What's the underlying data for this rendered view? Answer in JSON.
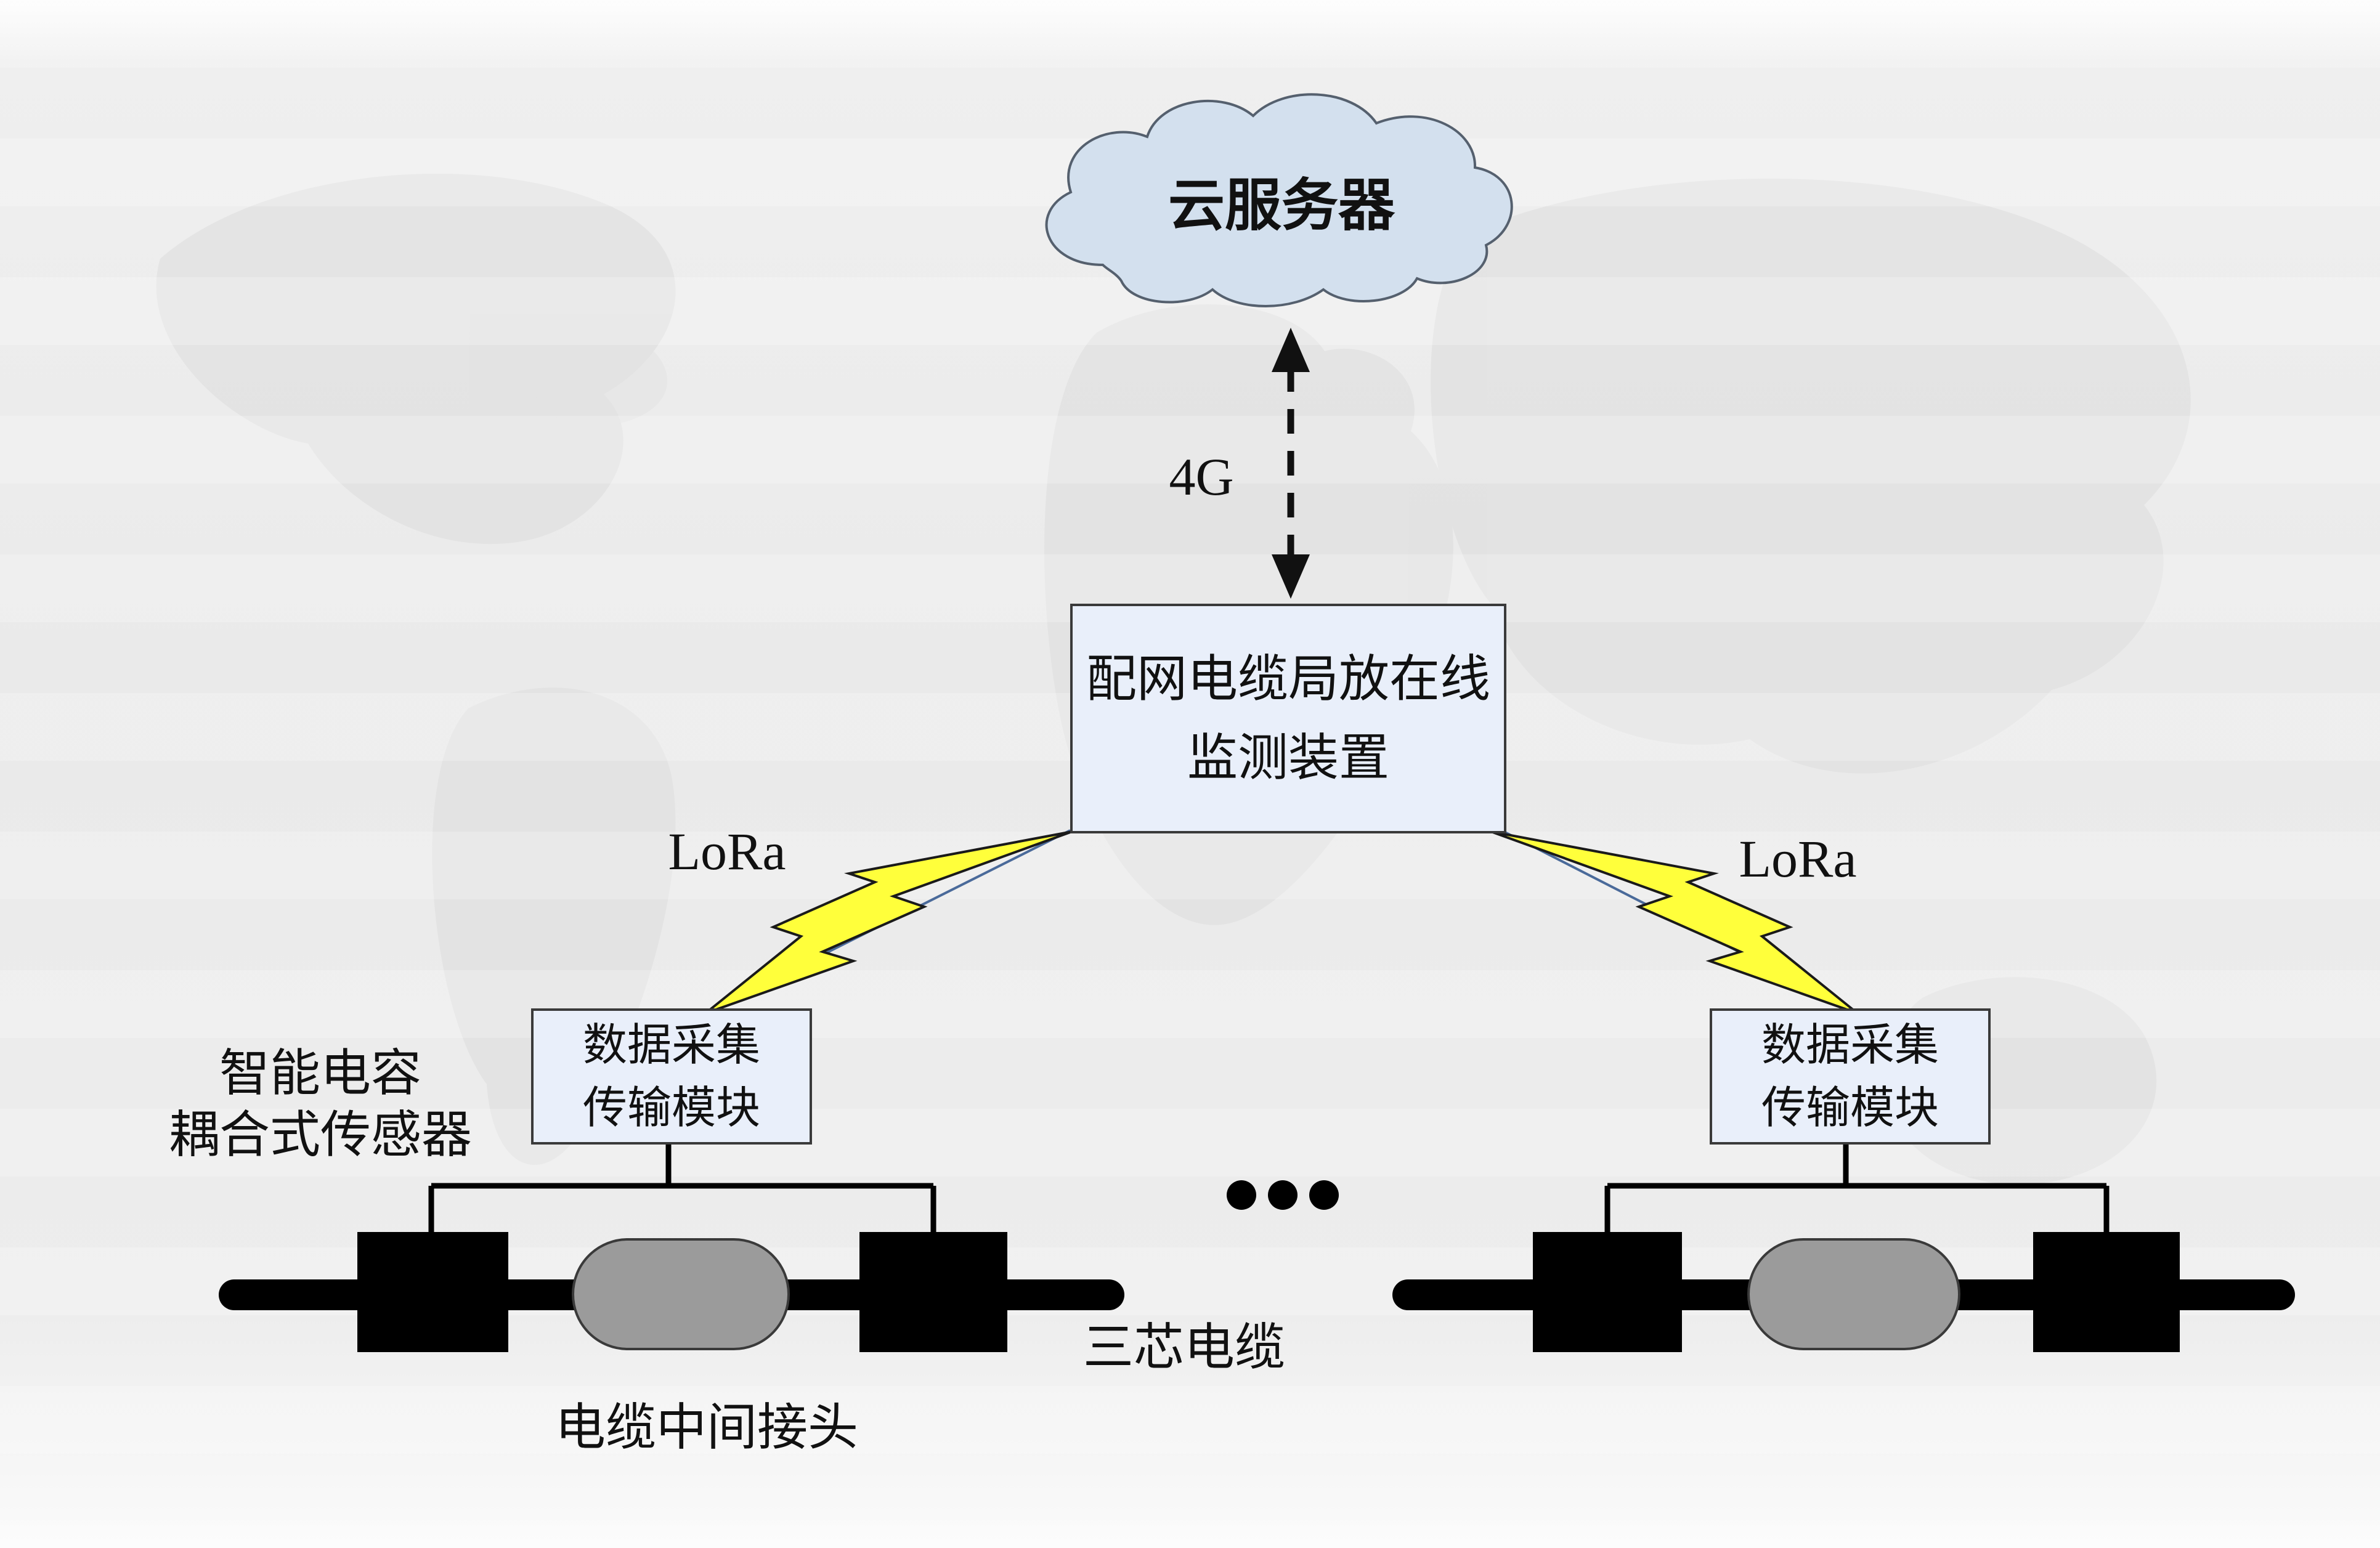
{
  "diagram": {
    "cloud": {
      "label": "云服务器"
    },
    "uplink": {
      "label": "4G"
    },
    "monitor": {
      "line1": "配网电缆局放在线",
      "line2": "监测装置"
    },
    "links": {
      "left": {
        "label": "LoRa"
      },
      "right": {
        "label": "LoRa"
      }
    },
    "modules": {
      "left": {
        "line1": "数据采集",
        "line2": "传输模块"
      },
      "right": {
        "line1": "数据采集",
        "line2": "传输模块"
      }
    },
    "labels": {
      "sensor_line1": "智能电容",
      "sensor_line2": "耦合式传感器",
      "cable": "三芯电缆",
      "joint": "电缆中间接头"
    },
    "colors": {
      "cloud_fill": "#d3e0ee",
      "box_fill": "#e9effa",
      "bolt_yellow": "#ffff3b",
      "joint_gray": "#9b9b9b"
    }
  }
}
